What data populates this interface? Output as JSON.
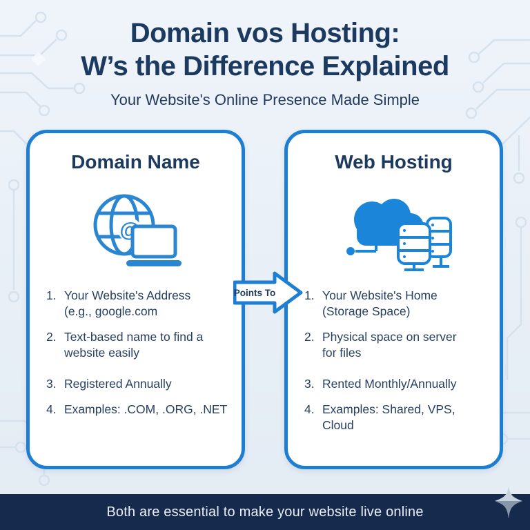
{
  "header": {
    "title_line1": "Domain vos Hosting:",
    "title_line2": "W’s the Difference Explained",
    "subtitle": "Your Website's Online Presence Made Simple"
  },
  "cards": [
    {
      "title": "Domain Name",
      "icon": "globe-laptop-icon",
      "items": [
        {
          "num": "1.",
          "text": "Your Website's Address\n(e.g., google.com"
        },
        {
          "num": "2.",
          "text": "Text-based name to find a\nwebsite easily"
        },
        {
          "num": "3.",
          "text": "Registered Annually"
        },
        {
          "num": "4.",
          "text": "Examples: .COM, .ORG, .NET"
        }
      ]
    },
    {
      "title": "Web Hosting",
      "icon": "cloud-servers-icon",
      "items": [
        {
          "num": "1.",
          "text": "Your Website's Home\n(Storage Space)"
        },
        {
          "num": "2.",
          "text": "Physical space on server\nfor files"
        },
        {
          "num": "3.",
          "text": "Rented Monthly/Annually"
        },
        {
          "num": "4.",
          "text": "Examples: Shared, VPS,\nCloud"
        }
      ]
    }
  ],
  "connector": {
    "label": "Points To"
  },
  "footer": {
    "text": "Both are essential to make your website live online"
  },
  "colors": {
    "accent_blue": "#1e7fd2",
    "icon_blue": "#2a86d0",
    "cloud_blue": "#1b85da",
    "navy_text": "#1c3a60",
    "list_text": "#28405f",
    "banner_navy": "#152a4c",
    "banner_text": "#e8eef6",
    "background": "#e9f0f7",
    "circuit_line": "#d5e1ed"
  }
}
